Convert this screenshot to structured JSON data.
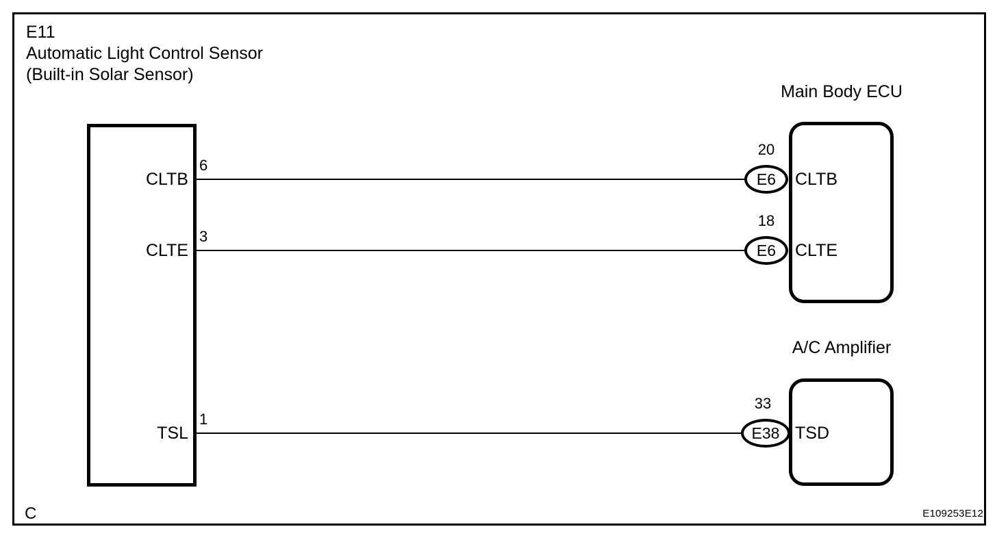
{
  "diagram": {
    "reference_code": "E109253E12",
    "corner_mark": "C",
    "sensor": {
      "code": "E11",
      "name": "Automatic Light Control Sensor",
      "subtitle": "(Built-in Solar Sensor)",
      "terminals": [
        {
          "label": "CLTB",
          "pin": "6"
        },
        {
          "label": "CLTE",
          "pin": "3"
        },
        {
          "label": "TSL",
          "pin": "1"
        }
      ]
    },
    "units": [
      {
        "title": "Main Body ECU",
        "terminals": [
          {
            "label": "CLTB",
            "pin": "20",
            "connector": "E6"
          },
          {
            "label": "CLTE",
            "pin": "18",
            "connector": "E6"
          }
        ]
      },
      {
        "title": "A/C Amplifier",
        "terminals": [
          {
            "label": "TSD",
            "pin": "33",
            "connector": "E38"
          }
        ]
      }
    ],
    "wires": [
      {
        "from": "CLTB",
        "to": "CLTB"
      },
      {
        "from": "CLTE",
        "to": "CLTE"
      },
      {
        "from": "TSL",
        "to": "TSD"
      }
    ]
  }
}
